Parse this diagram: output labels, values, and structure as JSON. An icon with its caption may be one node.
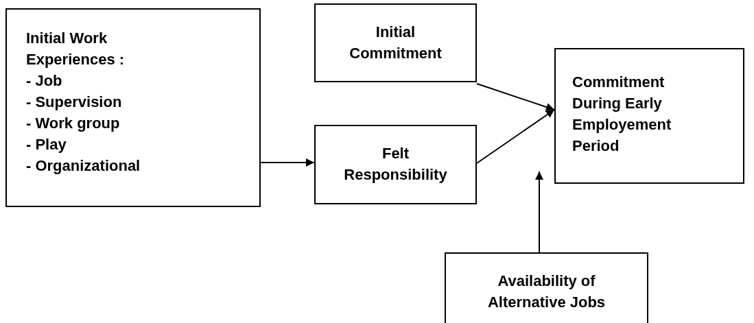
{
  "diagram": {
    "nodes": [
      {
        "text": [
          "Initial Work Experiences :",
          "- Job",
          "- Supervision",
          "- Work group",
          "- Play",
          "- Organizational"
        ]
      },
      {
        "text": [
          "Initial Commitment"
        ]
      },
      {
        "text": [
          "Commitment During Early Employement Period"
        ]
      },
      {
        "text": [
          "Felt Responsibility"
        ]
      },
      {
        "text": [
          "Availability of Alternative Jobs"
        ]
      }
    ],
    "edges": [
      {
        "from": 0,
        "to": 3,
        "arrow": "to"
      },
      {
        "from": 1,
        "to": 2,
        "arrow": "to"
      },
      {
        "from": 3,
        "to": 2,
        "arrow": "to"
      },
      {
        "from": 4,
        "to": 2,
        "arrow": "to"
      }
    ]
  }
}
